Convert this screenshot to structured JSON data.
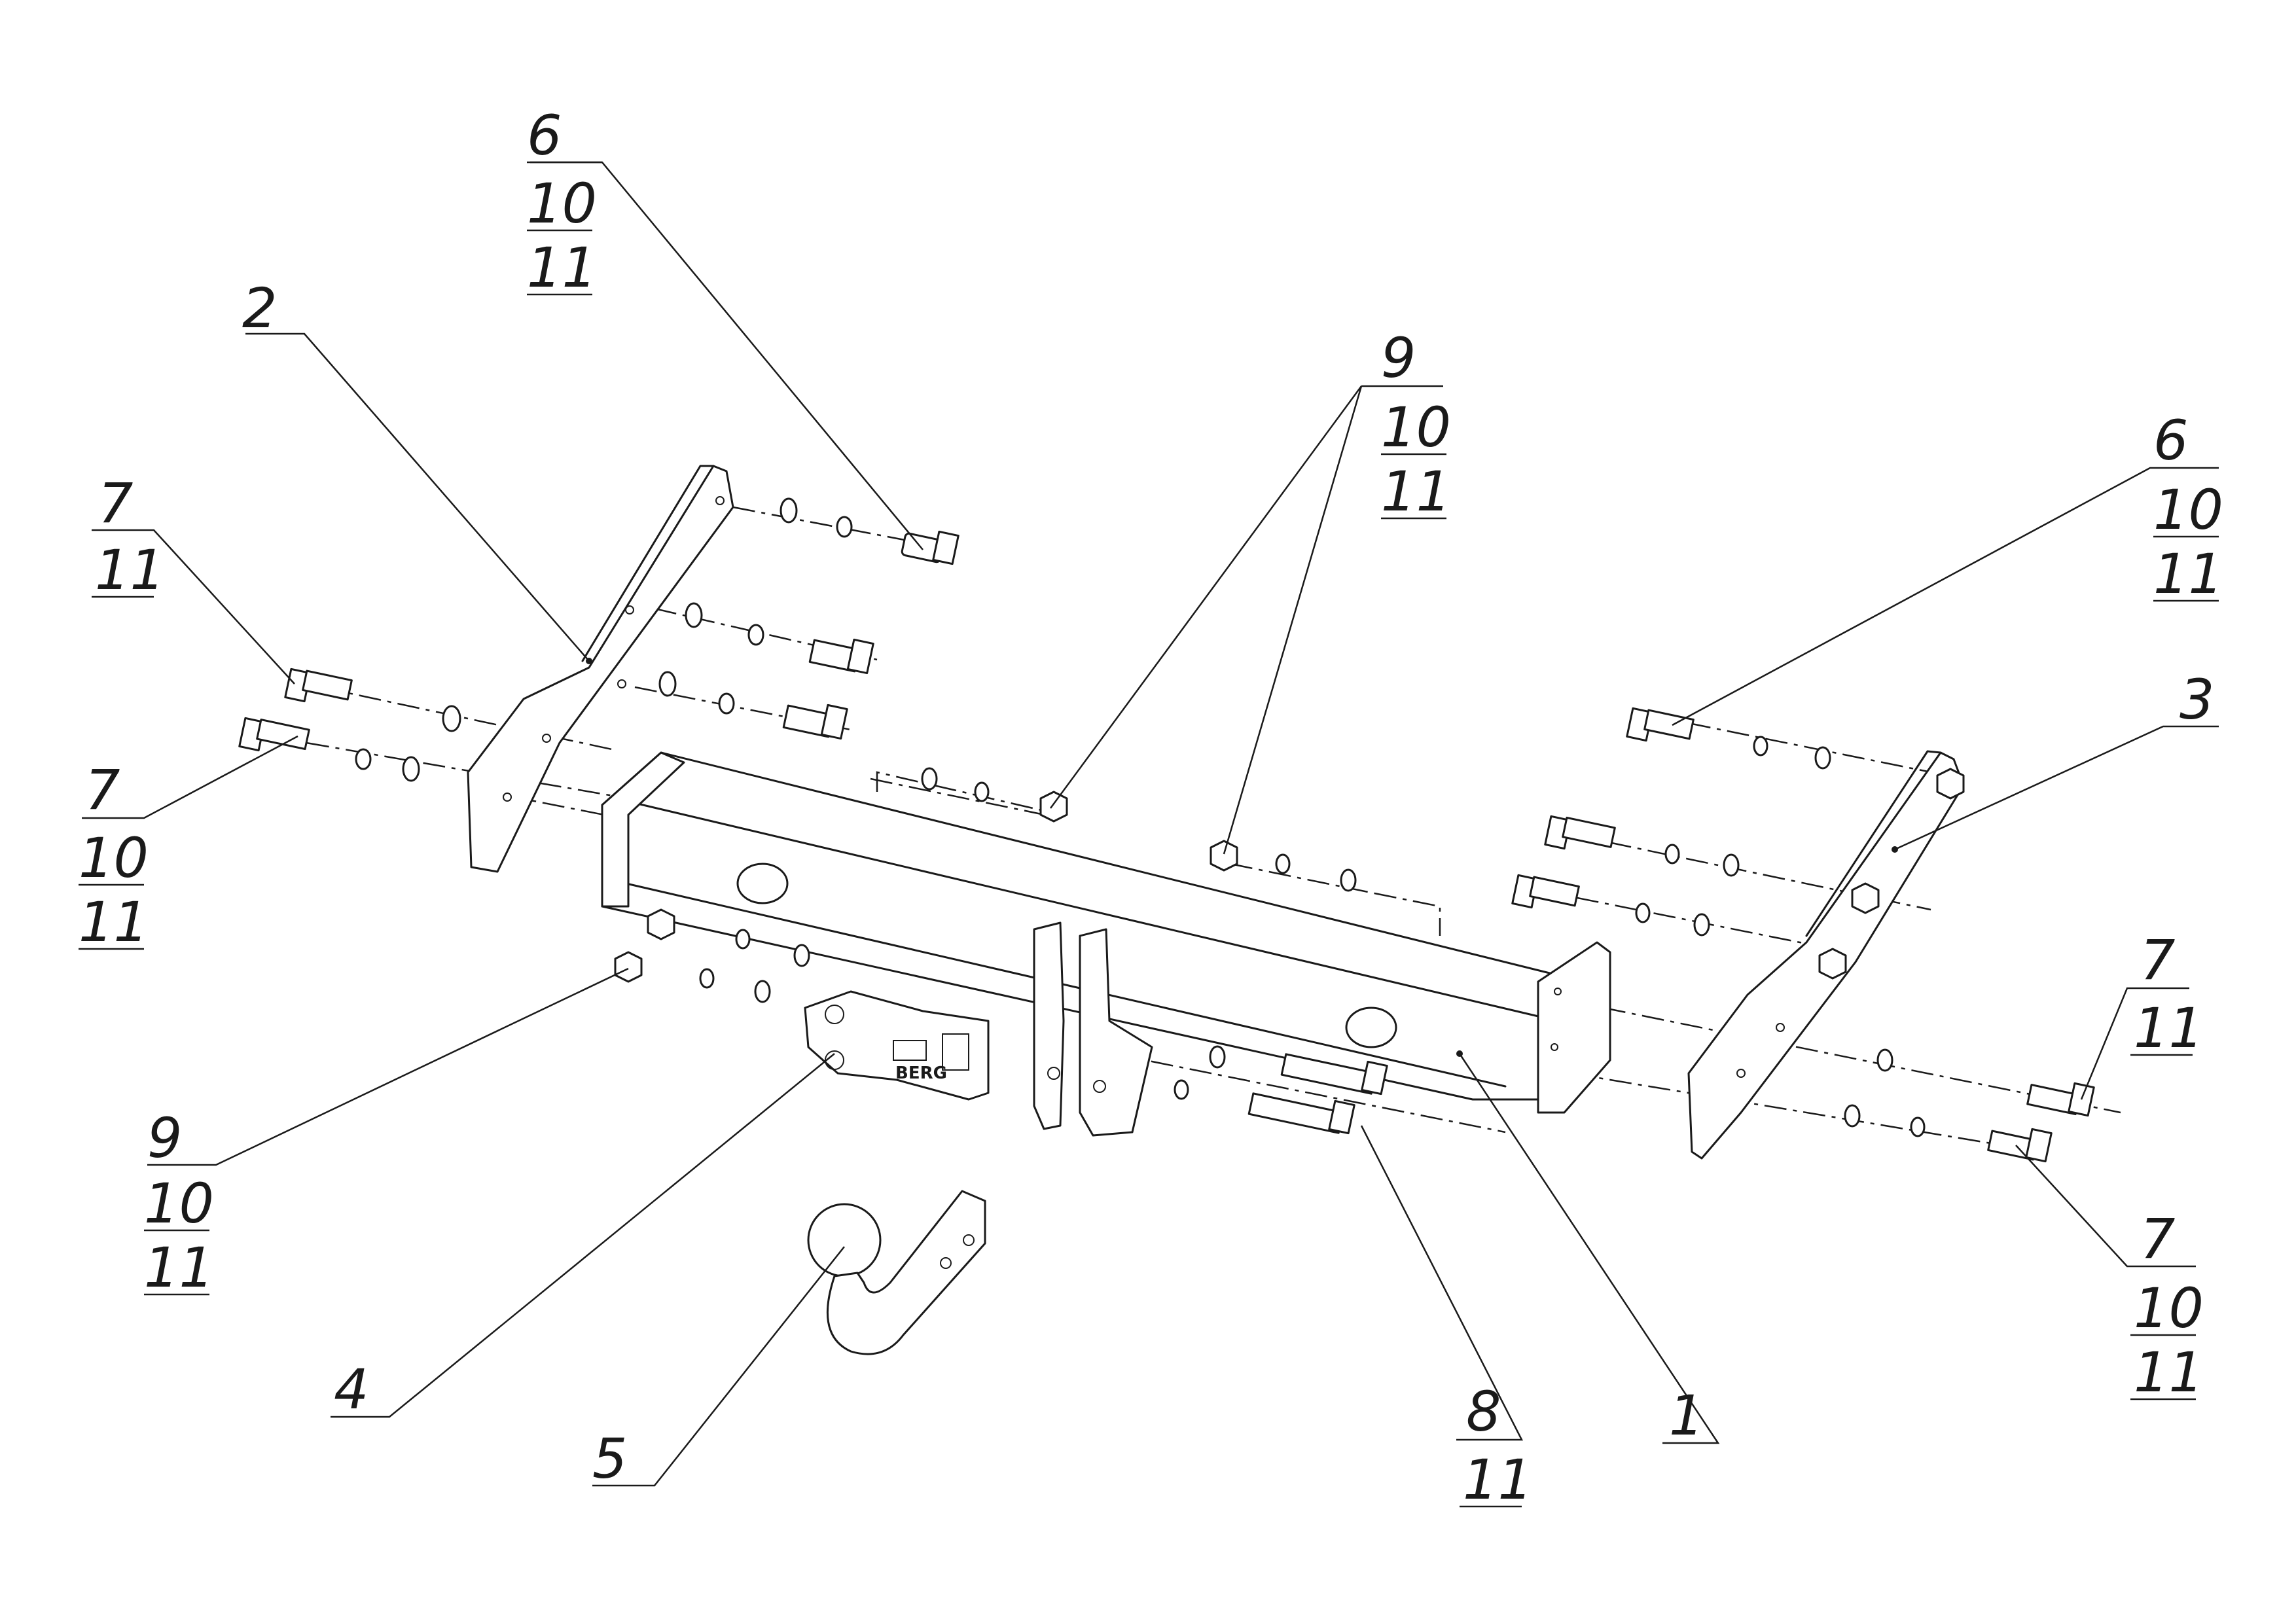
{
  "drawing": {
    "logo_text": "BERG",
    "callouts": [
      {
        "id": "c-6-top",
        "lines": [
          "6",
          "10",
          "11"
        ]
      },
      {
        "id": "c-2",
        "lines": [
          "2"
        ]
      },
      {
        "id": "c-9-top",
        "lines": [
          "9",
          "10",
          "11"
        ]
      },
      {
        "id": "c-6-right",
        "lines": [
          "6",
          "10",
          "11"
        ]
      },
      {
        "id": "c-7-left-top",
        "lines": [
          "7",
          "11"
        ]
      },
      {
        "id": "c-3",
        "lines": [
          "3"
        ]
      },
      {
        "id": "c-7-left-bot",
        "lines": [
          "7",
          "10",
          "11"
        ]
      },
      {
        "id": "c-7-right-top",
        "lines": [
          "7",
          "11"
        ]
      },
      {
        "id": "c-9-left",
        "lines": [
          "9",
          "10",
          "11"
        ]
      },
      {
        "id": "c-7-right-bot",
        "lines": [
          "7",
          "10",
          "11"
        ]
      },
      {
        "id": "c-4",
        "lines": [
          "4"
        ]
      },
      {
        "id": "c-8",
        "lines": [
          "8",
          "11"
        ]
      },
      {
        "id": "c-1",
        "lines": [
          "1"
        ]
      },
      {
        "id": "c-5",
        "lines": [
          "5"
        ]
      }
    ]
  }
}
